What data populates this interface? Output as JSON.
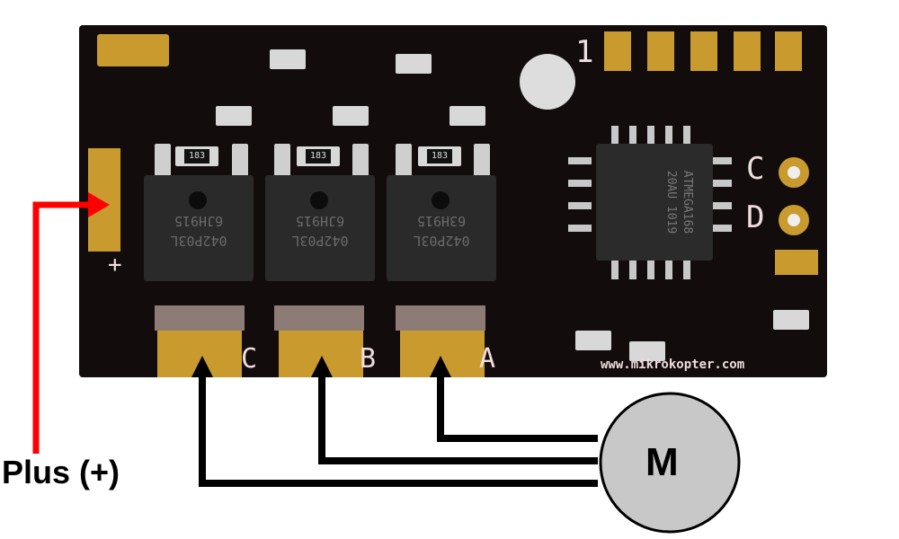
{
  "labels": {
    "plus": "Plus (+)",
    "motor": "M",
    "board_plus": "+",
    "phase_c": "C",
    "phase_b": "B",
    "phase_a": "A",
    "pin_one": "1",
    "pad_c": "C",
    "pad_d": "D",
    "website": "www.mikrokopter.com"
  },
  "components": {
    "mosfet_marking": "042P03L",
    "mosfet_codes": [
      "6JH915",
      "6JH915",
      "63H915"
    ],
    "resistor": "183",
    "mcu_lines": [
      "ATMEGA168",
      "20AU 1019"
    ]
  },
  "colors": {
    "plus_wire": "#ff0000",
    "motor_wire": "#000000",
    "motor_fill": "#c8c8c8",
    "board": "#120c0c",
    "gold": "#c99a2e"
  }
}
